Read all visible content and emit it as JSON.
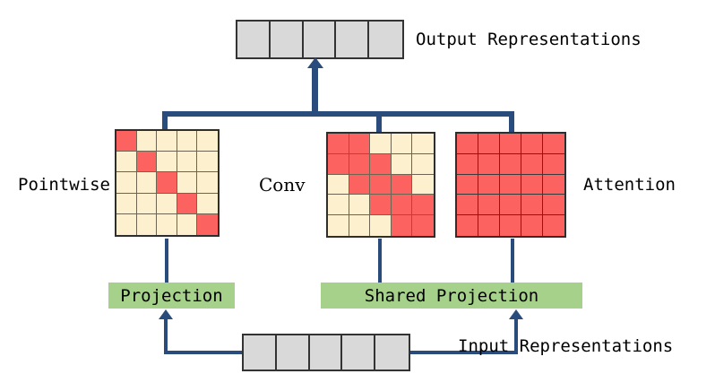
{
  "diagram": {
    "title": "Pointwise / Conv / Attention receptive-field comparison",
    "colors": {
      "active_cell": "#fc6260",
      "inactive_cell": "#fcf0ce",
      "token_cell": "#d9d9d9",
      "projection_box": "#a6d18a",
      "connector": "#2a4c7d",
      "border": "#333333"
    }
  },
  "output": {
    "label": "Output Representations",
    "cells": [
      "",
      "",
      "",
      "",
      ""
    ]
  },
  "input": {
    "label": "Input Representations",
    "cells": [
      "",
      "",
      "",
      "",
      ""
    ]
  },
  "modules": [
    {
      "key": "pointwise",
      "label": "Pointwise",
      "matrix_size": 5,
      "matrix": [
        [
          1,
          0,
          0,
          0,
          0
        ],
        [
          0,
          1,
          0,
          0,
          0
        ],
        [
          0,
          0,
          1,
          0,
          0
        ],
        [
          0,
          0,
          0,
          1,
          0
        ],
        [
          0,
          0,
          0,
          0,
          1
        ]
      ]
    },
    {
      "key": "conv",
      "label": "Conv",
      "matrix_size": 5,
      "matrix": [
        [
          1,
          1,
          0,
          0,
          0
        ],
        [
          1,
          1,
          1,
          0,
          0
        ],
        [
          0,
          1,
          1,
          1,
          0
        ],
        [
          0,
          0,
          1,
          1,
          1
        ],
        [
          0,
          0,
          0,
          1,
          1
        ]
      ]
    },
    {
      "key": "attention",
      "label": "Attention",
      "matrix_size": 5,
      "matrix": [
        [
          1,
          1,
          1,
          1,
          1
        ],
        [
          1,
          1,
          1,
          1,
          1
        ],
        [
          1,
          1,
          1,
          1,
          1
        ],
        [
          1,
          1,
          1,
          1,
          1
        ],
        [
          1,
          1,
          1,
          1,
          1
        ]
      ]
    }
  ],
  "projections": {
    "pointwise_label": "Projection",
    "shared_label": "Shared Projection"
  }
}
